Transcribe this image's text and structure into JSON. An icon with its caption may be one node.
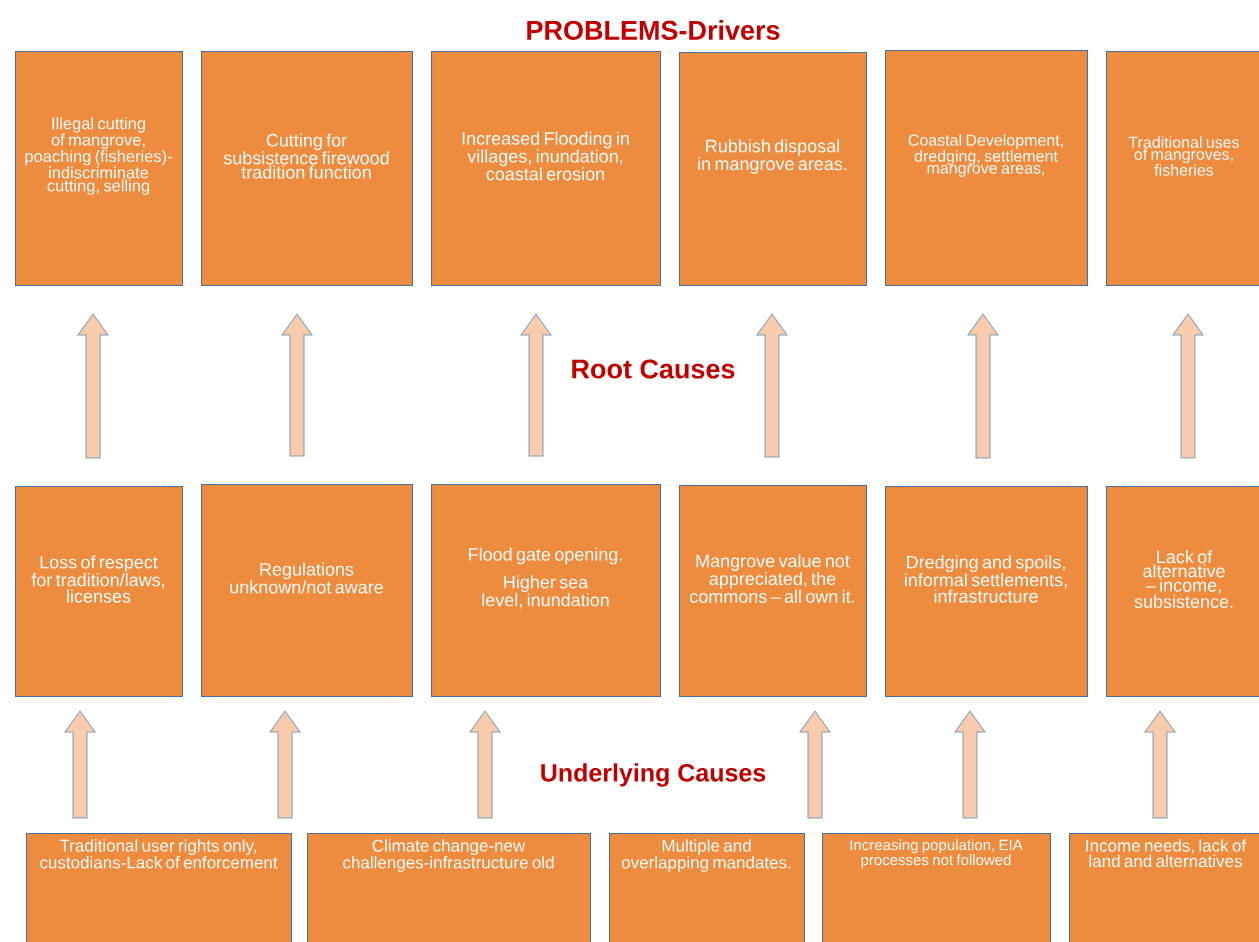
{
  "diagram": {
    "nodes": [
      {
        "text": [
          "Illegal cutting of mangrove, poaching (fisheries)-indiscriminate cutting, selling"
        ]
      },
      {
        "text": [
          "Cutting for subsistence firewood tradition function"
        ]
      },
      {
        "text": [
          "Increased Flooding in villages, inundation, coastal erosion"
        ]
      },
      {
        "text": [
          "Rubbish disposal in mangrove areas."
        ]
      },
      {
        "text": [
          "Coastal Development, dredging, settlement mangrove areas,"
        ]
      },
      {
        "text": [
          "Traditional uses of mangroves, fisheries"
        ]
      },
      {
        "text": [
          "Loss of respect for tradition/laws, licenses"
        ]
      },
      {
        "text": [
          "Regulations unknown/not aware"
        ]
      },
      {
        "text": [
          "Flood gate opening.",
          "Higher sea level, inundation"
        ]
      },
      {
        "text": [
          "Mangrove value not appreciated, the commons – all own it."
        ]
      },
      {
        "text": [
          "Dredging and spoils, informal settlements, infrastructure"
        ]
      },
      {
        "text": [
          "Lack of alternative – income, subsistence."
        ]
      },
      {
        "text": [
          "Traditional user rights only, custodians-Lack of enforcement"
        ]
      },
      {
        "text": [
          "Climate change-new challenges-infrastructure old"
        ]
      },
      {
        "text": [
          "Multiple and overlapping mandates."
        ]
      },
      {
        "text": [
          "Increasing population, EIA processes not followed"
        ]
      },
      {
        "text": [
          "Income needs, lack of land and alternatives"
        ]
      }
    ],
    "edges": [
      {
        "from": 6,
        "to": 0,
        "arrow": "to"
      },
      {
        "from": 7,
        "to": 1,
        "arrow": "to"
      },
      {
        "from": 8,
        "to": 2,
        "arrow": "to"
      },
      {
        "from": 9,
        "to": 3,
        "arrow": "to"
      },
      {
        "from": 10,
        "to": 4,
        "arrow": "to"
      },
      {
        "from": 11,
        "to": 5,
        "arrow": "to"
      },
      {
        "from": 12,
        "to": 6,
        "arrow": "to"
      },
      {
        "from": 12,
        "to": 7,
        "arrow": "to"
      },
      {
        "from": 13,
        "to": 8,
        "arrow": "to"
      },
      {
        "from": 15,
        "to": 9,
        "arrow": "to"
      },
      {
        "from": 15,
        "to": 10,
        "arrow": "to"
      },
      {
        "from": 16,
        "to": 11,
        "arrow": "to"
      }
    ],
    "labels": [
      "PROBLEMS-Drivers",
      "Root Causes",
      "Underlying Causes"
    ]
  }
}
